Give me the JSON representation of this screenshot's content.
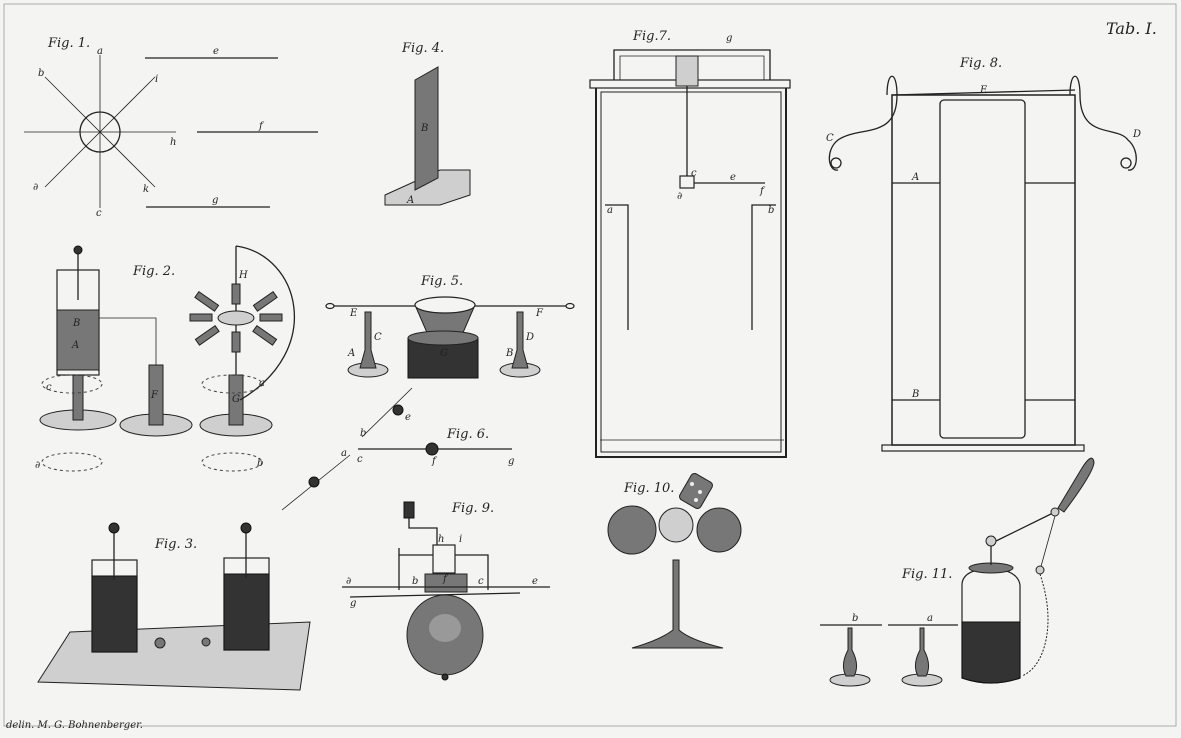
{
  "plate_label": "Tab. I.",
  "signature": "delin. M. G. Bohnenberger.",
  "figures": {
    "fig1": {
      "title": "Fig. 1.",
      "letters": [
        "a",
        "b",
        "i",
        "h",
        "k",
        "c",
        "∂",
        "e",
        "f",
        "g"
      ]
    },
    "fig2": {
      "title": "Fig. 2.",
      "letters": [
        "B",
        "A",
        "c",
        "F",
        "H",
        "G",
        "a",
        "b",
        "∂"
      ]
    },
    "fig3": {
      "title": "Fig. 3."
    },
    "fig4": {
      "title": "Fig. 4.",
      "letters": [
        "B",
        "A"
      ]
    },
    "fig5": {
      "title": "Fig. 5.",
      "letters": [
        "E",
        "C",
        "A",
        "G",
        "F",
        "D",
        "B"
      ]
    },
    "fig6": {
      "title": "Fig. 6.",
      "letters": [
        "e",
        "b",
        "a",
        "c",
        "f",
        "g"
      ]
    },
    "fig7": {
      "title": "Fig.7.",
      "letters": [
        "g",
        "c",
        "∂",
        "e",
        "f",
        "a",
        "b"
      ]
    },
    "fig8": {
      "title": "Fig. 8.",
      "letters": [
        "E",
        "C",
        "D",
        "A",
        "B"
      ]
    },
    "fig9": {
      "title": "Fig. 9.",
      "letters": [
        "h",
        "i",
        "f",
        "∂",
        "b",
        "c",
        "e",
        "g"
      ]
    },
    "fig10": {
      "title": "Fig. 10."
    },
    "fig11": {
      "title": "Fig. 11.",
      "letters": [
        "b",
        "a"
      ]
    }
  }
}
